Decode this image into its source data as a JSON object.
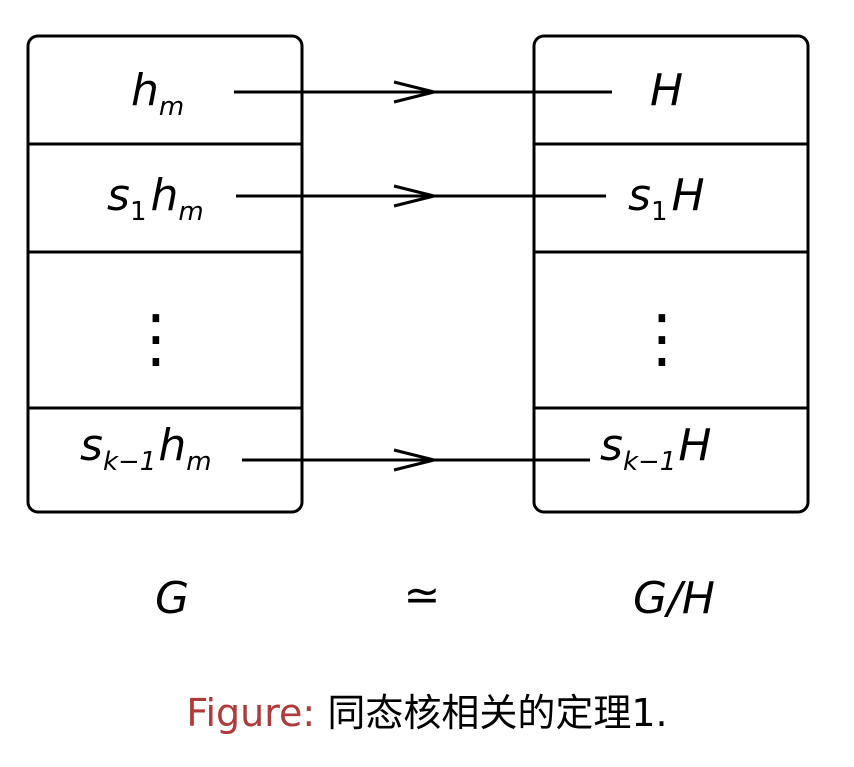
{
  "left_column": {
    "rows": [
      {
        "base": "h",
        "sub": "m",
        "prefix": "",
        "prefix_sub": ""
      },
      {
        "base": "h",
        "sub": "m",
        "prefix": "s",
        "prefix_sub": "1"
      },
      {
        "dots": "⋮"
      },
      {
        "base": "h",
        "sub": "m",
        "prefix": "s",
        "prefix_sub": "k−1"
      }
    ],
    "label": "G"
  },
  "right_column": {
    "rows": [
      {
        "base": "H",
        "prefix": "",
        "prefix_sub": ""
      },
      {
        "base": "H",
        "prefix": "s",
        "prefix_sub": "1"
      },
      {
        "dots": "⋮"
      },
      {
        "base": "H",
        "prefix": "s",
        "prefix_sub": "k−1"
      }
    ],
    "label": "G/H"
  },
  "relation_symbol": "≃",
  "caption": {
    "label": "Figure:",
    "text": "同态核相关的定理1."
  },
  "colors": {
    "caption_label": "#b03a3a",
    "lines": "#000000"
  }
}
